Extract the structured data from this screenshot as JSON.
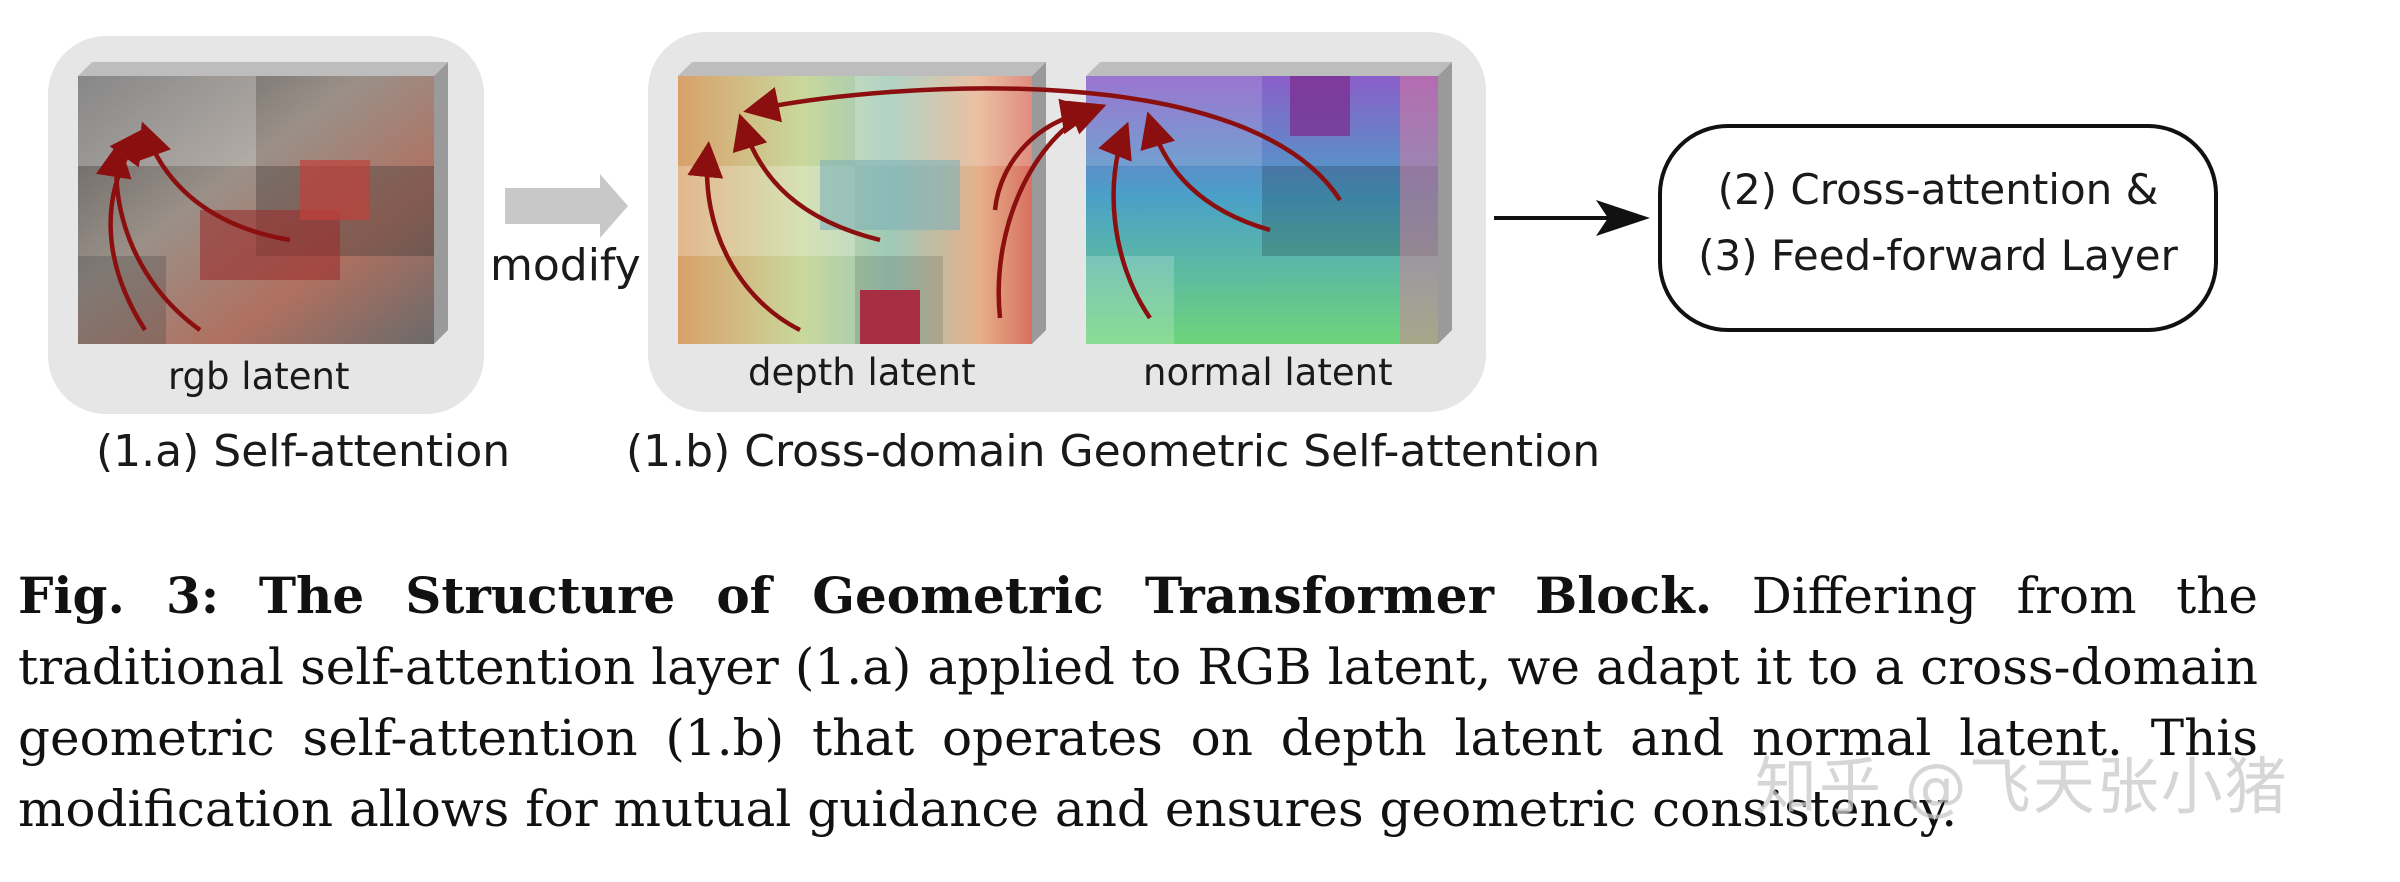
{
  "figure": {
    "panel_a": {
      "latent_label": "rgb latent",
      "subtitle": "(1.a) Self-attention"
    },
    "transition_label": "modify",
    "panel_b": {
      "depth_label": "depth latent",
      "normal_label": "normal latent",
      "subtitle": "(1.b) Cross-domain Geometric Self-attention"
    },
    "output_box": {
      "line1": "(2) Cross-attention &",
      "line2": "(3) Feed-forward Layer"
    },
    "colors": {
      "panel_bg": "#e6e6e6",
      "arrow_red": "#8b0f0f",
      "modify_arrow": "#c8c8c8",
      "box_border": "#111111"
    }
  },
  "caption": {
    "label": "Fig. 3:",
    "title": "The Structure of Geometric Transformer Block.",
    "body": "Differing from the traditional self-attention layer (1.a) applied to RGB latent, we adapt it to a cross-domain geometric self-attention (1.b) that operates on depth latent and normal latent. This modification allows for mutual guidance and ensures geometric consistency."
  },
  "watermark": "知乎 @飞天张小猪"
}
